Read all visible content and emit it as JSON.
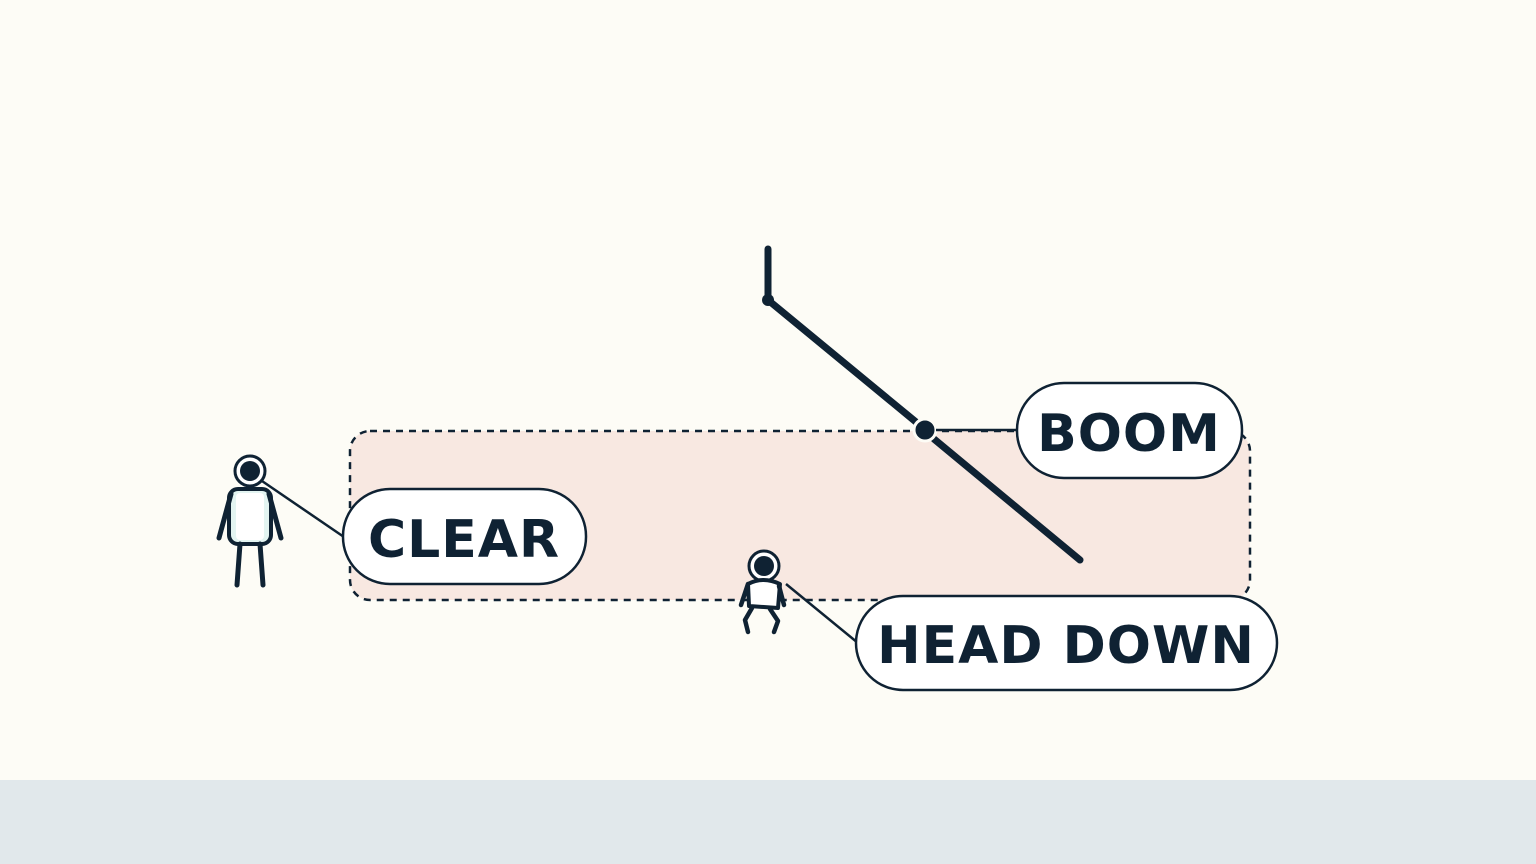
{
  "labels": {
    "boom": "BOOM",
    "clear": "CLEAR",
    "head_down": "HEAD DOWN"
  },
  "colors": {
    "background": "#fdfcf6",
    "floor": "#e1e8eb",
    "ink": "#0f2233",
    "danger_zone_fill": "#f8e8e1",
    "shirt_tint": "#e3f4f1"
  },
  "figures": [
    {
      "name": "standing-person",
      "posture": "standing",
      "status_label": "clear"
    },
    {
      "name": "crouching-person",
      "posture": "crouching",
      "status_label": "head_down"
    }
  ]
}
